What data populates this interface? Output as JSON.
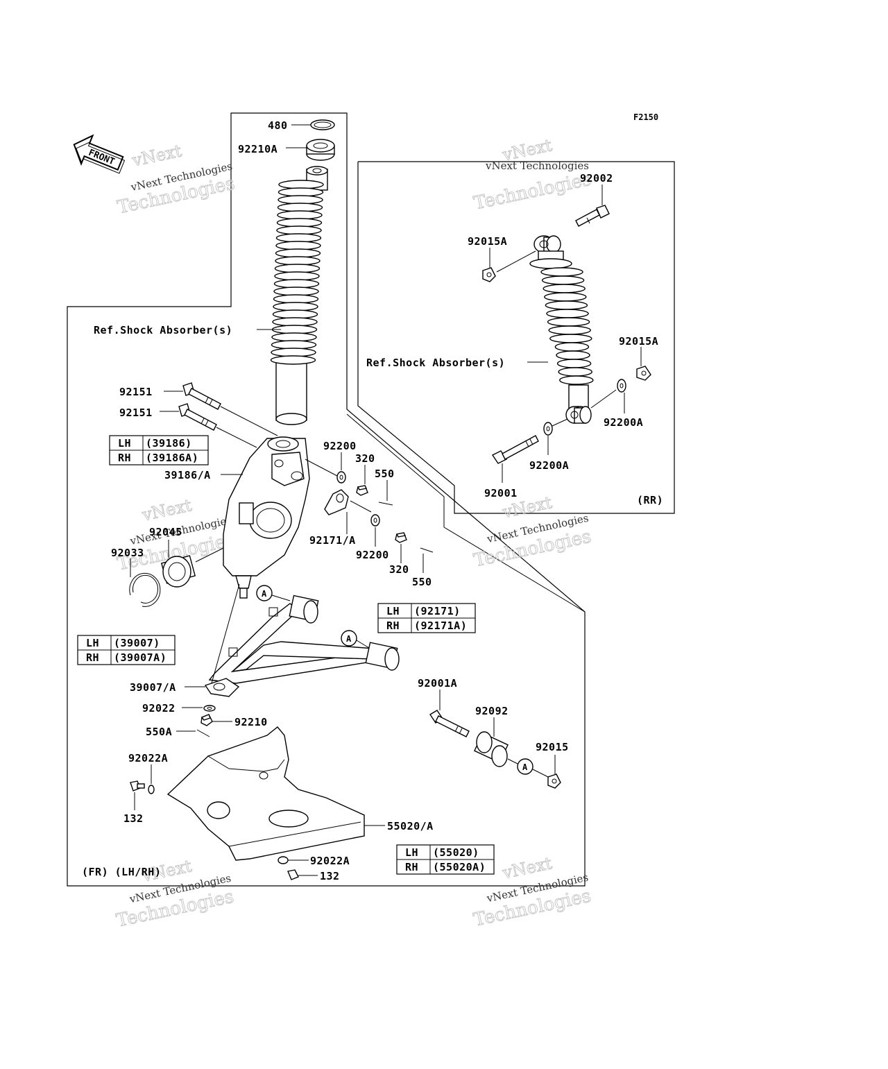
{
  "figure_code": "F2150",
  "front_arrow": {
    "label": "FRONT",
    "icon": "front-arrow-icon"
  },
  "watermark": {
    "line1": "vNext Technologies",
    "line2": "vNext",
    "line3": "Technologies"
  },
  "section_tags": {
    "front": "(FR) (LH/RH)",
    "rear": "(RR)"
  },
  "front_labels": {
    "p480": "480",
    "p92210A": "92210A",
    "shock_ref": "Ref.Shock Absorber(s)",
    "p92151_a": "92151",
    "p92151_b": "92151",
    "p39186": "39186/A",
    "p92200_a": "92200",
    "p320_a": "320",
    "p550_a": "550",
    "p92171": "92171/A",
    "p92200_b": "92200",
    "p320_b": "320",
    "p550_b": "550",
    "p92045": "92045",
    "p92033": "92033",
    "p39007": "39007/A",
    "p92022": "92022",
    "p92210": "92210",
    "p550A": "550A",
    "p92022A_a": "92022A",
    "p132_a": "132",
    "p55020": "55020/A",
    "p92022A_b": "92022A",
    "p132_b": "132",
    "p92001A": "92001A",
    "p92092": "92092",
    "p92015": "92015",
    "callout_A": "A"
  },
  "rear_labels": {
    "p92002": "92002",
    "p92015A_a": "92015A",
    "shock_ref": "Ref.Shock Absorber(s)",
    "p92015A_b": "92015A",
    "p92200A_a": "92200A",
    "p92200A_b": "92200A",
    "p92001": "92001"
  },
  "variant_tables": {
    "t39186": [
      [
        "LH",
        "(39186)"
      ],
      [
        "RH",
        "(39186A)"
      ]
    ],
    "t92171": [
      [
        "LH",
        "(92171)"
      ],
      [
        "RH",
        "(92171A)"
      ]
    ],
    "t39007": [
      [
        "LH",
        "(39007)"
      ],
      [
        "RH",
        "(39007A)"
      ]
    ],
    "t55020": [
      [
        "LH",
        "(55020)"
      ],
      [
        "RH",
        "(55020A)"
      ]
    ]
  }
}
